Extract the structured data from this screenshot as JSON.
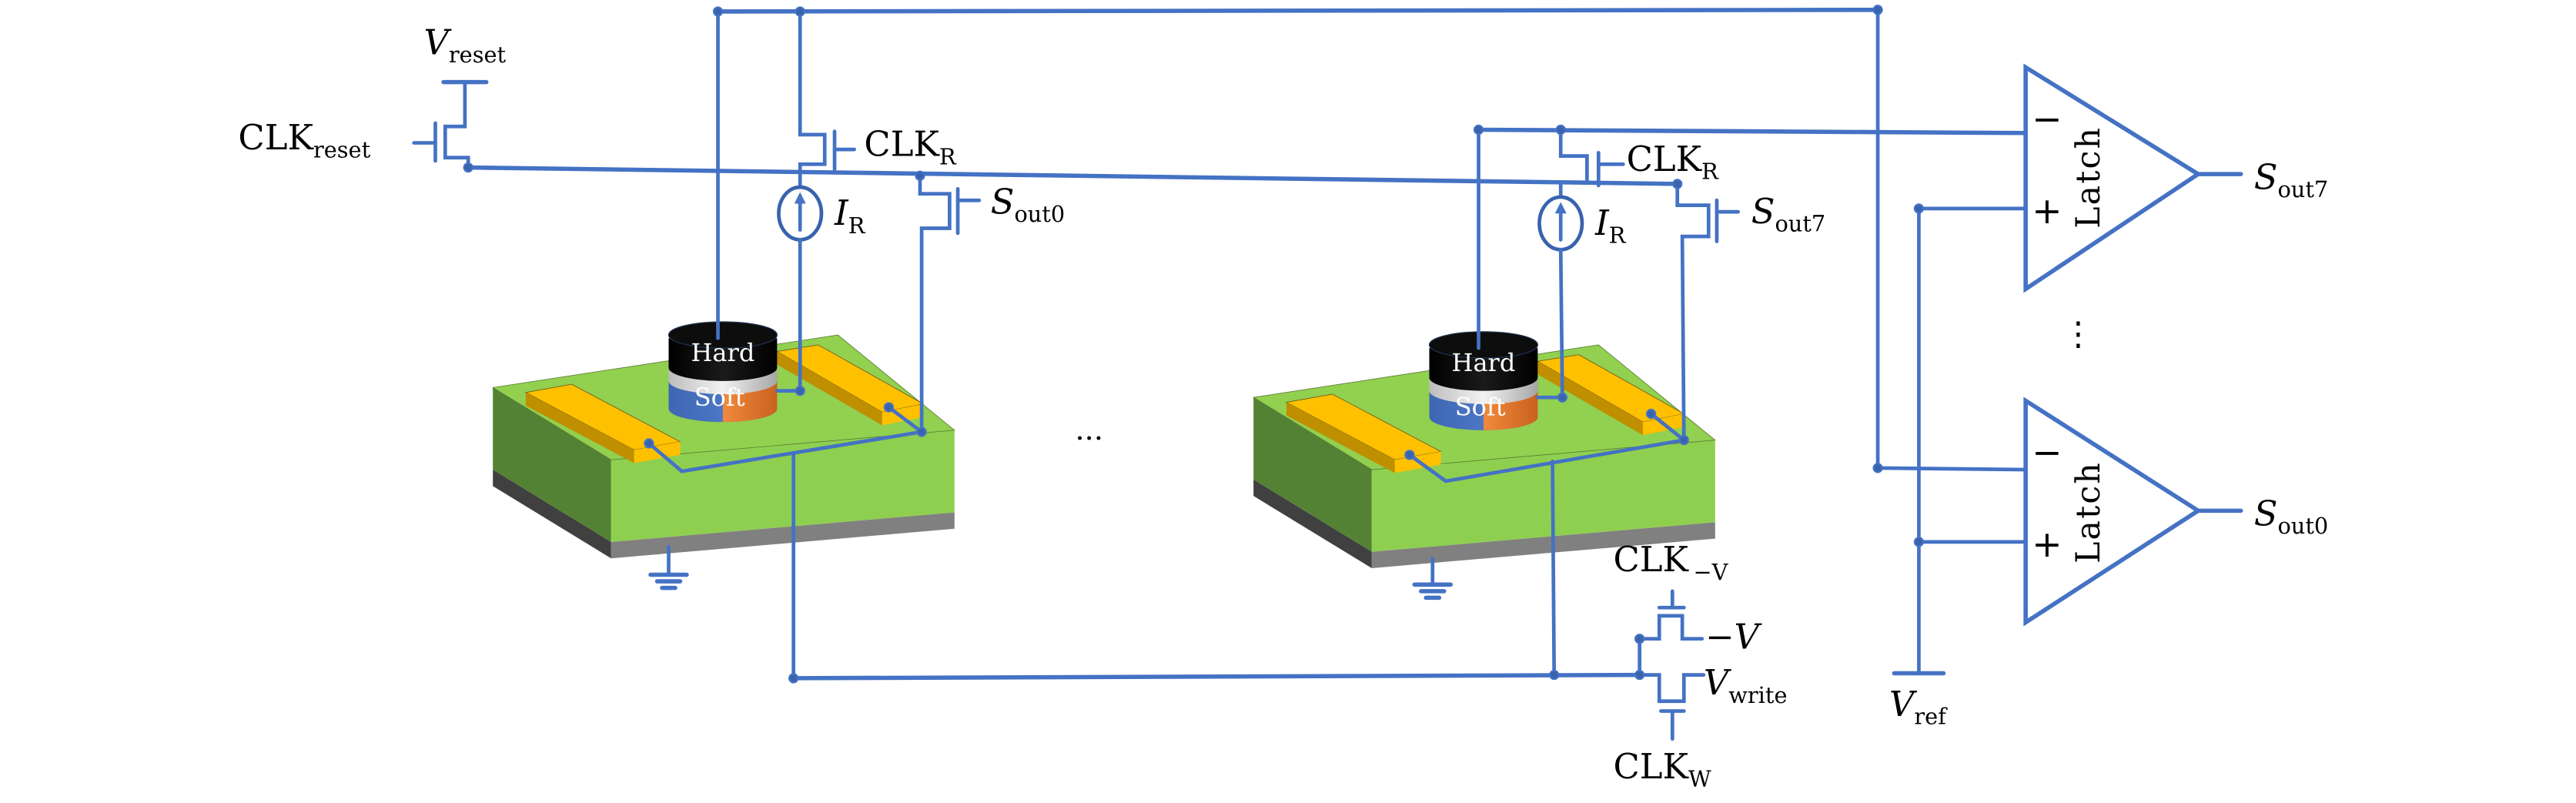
{
  "figure": {
    "type": "circuit-schematic",
    "description": "Read/write circuit with two magnetic cells (Hard/Soft layers) and latch comparators"
  },
  "labels": {
    "v_reset": {
      "main": "V",
      "sub": "reset"
    },
    "clk_reset": {
      "main": "CLK",
      "sub": "reset"
    },
    "cell0_clk_r": {
      "main": "CLK",
      "sub": "R"
    },
    "cell0_i_r": {
      "main": "I",
      "sub": "R"
    },
    "cell0_s_out": {
      "main": "S",
      "sub": "out0"
    },
    "cell7_clk_r": {
      "main": "CLK",
      "sub": "R"
    },
    "cell7_i_r": {
      "main": "I",
      "sub": "R"
    },
    "cell7_s_out": {
      "main": "S",
      "sub": "out7"
    },
    "clk_neg_v": {
      "main": "CLK",
      "sub": "−V"
    },
    "neg_v": "−V",
    "v_write": {
      "main": "V",
      "sub": "write"
    },
    "clk_w": {
      "main": "CLK",
      "sub": "W"
    },
    "v_ref": {
      "main": "V",
      "sub": "ref"
    }
  },
  "cells": [
    {
      "hard_label": "Hard",
      "soft_label": "Soft"
    },
    {
      "hard_label": "Hard",
      "soft_label": "Soft"
    }
  ],
  "ellipsis_cells": "···",
  "latches": [
    {
      "label": "Latch",
      "minus": "−",
      "plus": "+",
      "output": {
        "main": "S",
        "sub": "out7"
      }
    },
    {
      "label": "Latch",
      "minus": "−",
      "plus": "+",
      "output": {
        "main": "S",
        "sub": "out0"
      }
    }
  ],
  "ellipsis_latches": "⋮",
  "colors": {
    "wire": "#4472c4",
    "substrate_top": "#92d050",
    "substrate_side_dark": "#548235",
    "substrate_front": "#8fcf4f",
    "base_layer": "#808080",
    "base_layer_dark": "#404040",
    "electrode": "#ffc000",
    "electrode_side": "#bf8f00",
    "hard_layer": "#000000",
    "spacer_layer": "#e6e6e6",
    "soft_blue": "#4472c4",
    "soft_orange": "#ed7d31"
  }
}
